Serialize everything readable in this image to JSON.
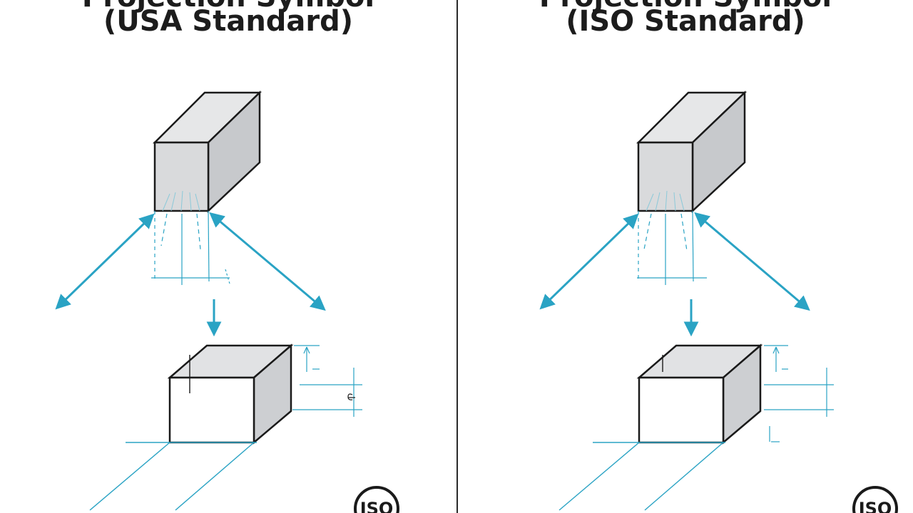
{
  "colors": {
    "accent": "#2aa3c4",
    "line": "#1a1a1a",
    "face_front": "#d9dadc",
    "face_side": "#c7c9cc",
    "face_top": "#e6e7e8",
    "divider": "#2a2a2a"
  },
  "panels": [
    {
      "title_partial": "Projection Symbol",
      "title": "(USA Standard)",
      "logo_text": "ISO"
    },
    {
      "title_partial": "Projection Symbol",
      "title": "(ISO Standard)",
      "logo_text": "ISO"
    }
  ]
}
